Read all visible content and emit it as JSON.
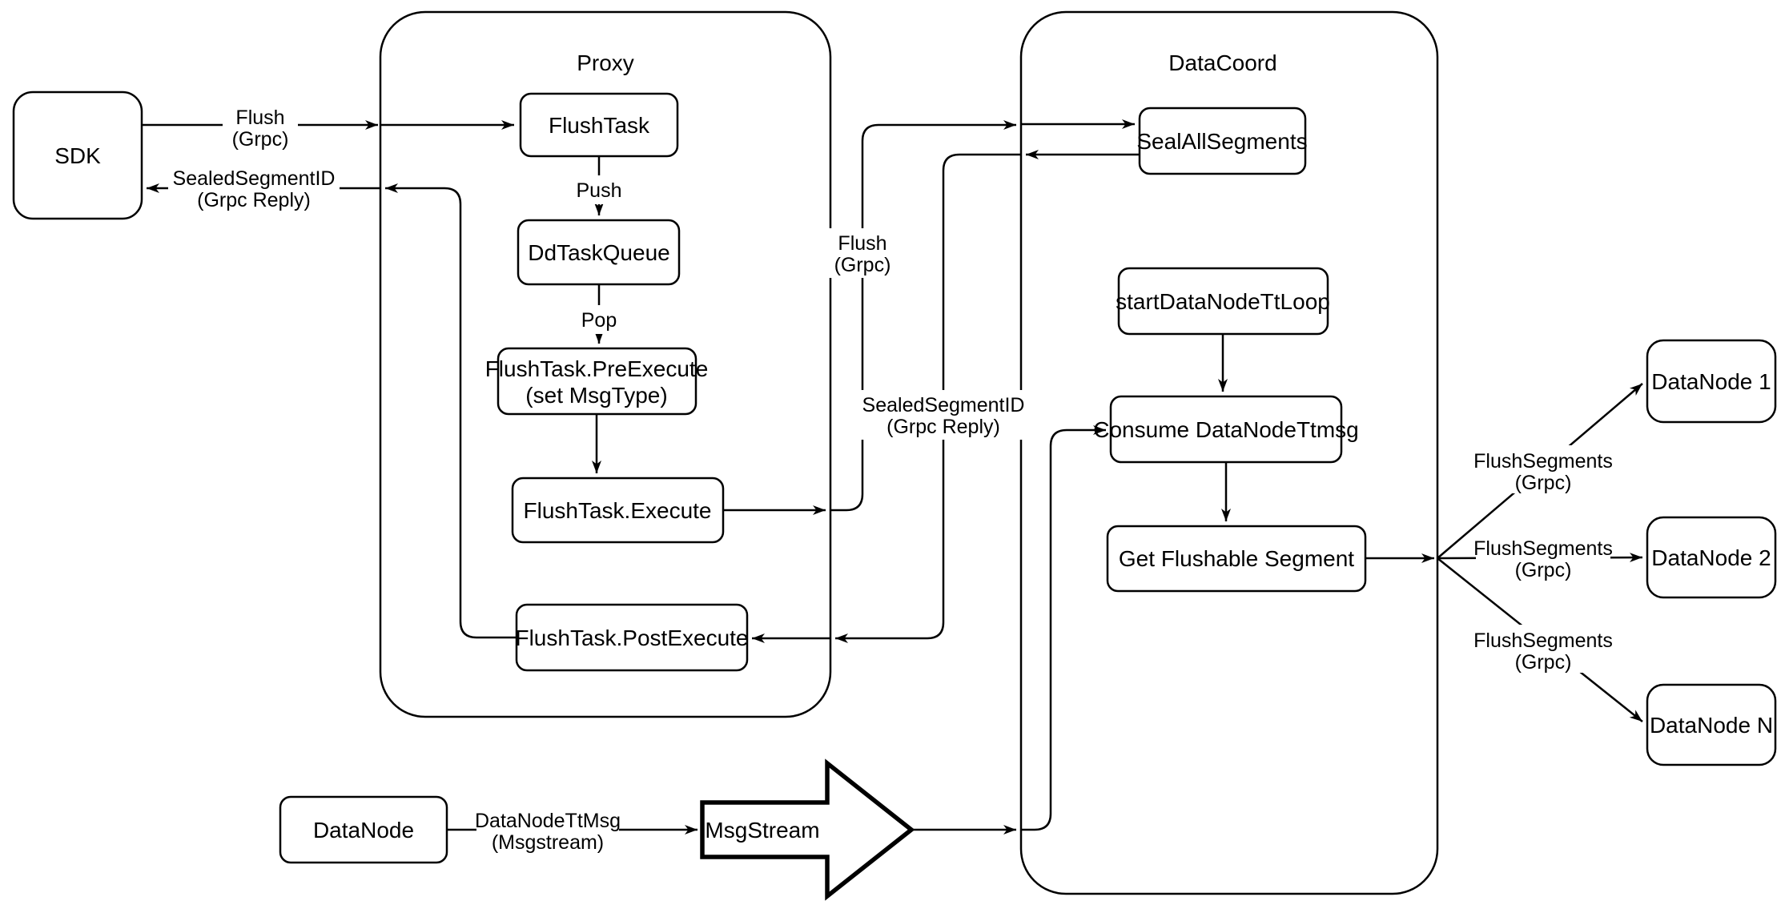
{
  "diagram": {
    "colors": {
      "stroke": "#000000",
      "background": "#ffffff",
      "text": "#000000"
    },
    "containers": {
      "proxy": {
        "title": "Proxy"
      },
      "datacoord": {
        "title": "DataCoord"
      }
    },
    "nodes": {
      "sdk": {
        "label": "SDK"
      },
      "flush_task": {
        "label": "FlushTask"
      },
      "dd_task_queue": {
        "label": "DdTaskQueue"
      },
      "pre_execute": {
        "line1": "FlushTask.PreExecute",
        "line2": "(set MsgType)"
      },
      "execute": {
        "label": "FlushTask.Execute"
      },
      "post_execute": {
        "label": "FlushTask.PostExecute"
      },
      "seal_all_segments": {
        "label": "SealAllSegments"
      },
      "start_datanode_tt_loop": {
        "label": "startDataNodeTtLoop"
      },
      "consume_datanode_ttmsg": {
        "label": "Consume DataNodeTtmsg"
      },
      "get_flushable_segment": {
        "label": "Get Flushable Segment"
      },
      "datanode_1": {
        "label": "DataNode 1"
      },
      "datanode_2": {
        "label": "DataNode 2"
      },
      "datanode_n": {
        "label": "DataNode N"
      },
      "datanode_bottom": {
        "label": "DataNode"
      },
      "msgstream": {
        "label": "MsgStream"
      }
    },
    "edge_labels": {
      "flush_sdk": {
        "line1": "Flush",
        "line2": "(Grpc)"
      },
      "sealed_sdk": {
        "line1": "SealedSegmentID",
        "line2": "(Grpc Reply)"
      },
      "push": {
        "label": "Push"
      },
      "pop": {
        "label": "Pop"
      },
      "flush_dc": {
        "line1": "Flush",
        "line2": "(Grpc)"
      },
      "sealed_dc": {
        "line1": "SealedSegmentID",
        "line2": "(Grpc Reply)"
      },
      "flush_segments_1": {
        "line1": "FlushSegments",
        "line2": "(Grpc)"
      },
      "flush_segments_2": {
        "line1": "FlushSegments",
        "line2": "(Grpc)"
      },
      "flush_segments_3": {
        "line1": "FlushSegments",
        "line2": "(Grpc)"
      },
      "datanode_ttmsg": {
        "line1": "DataNodeTtMsg",
        "line2": "(Msgstream)"
      }
    }
  }
}
